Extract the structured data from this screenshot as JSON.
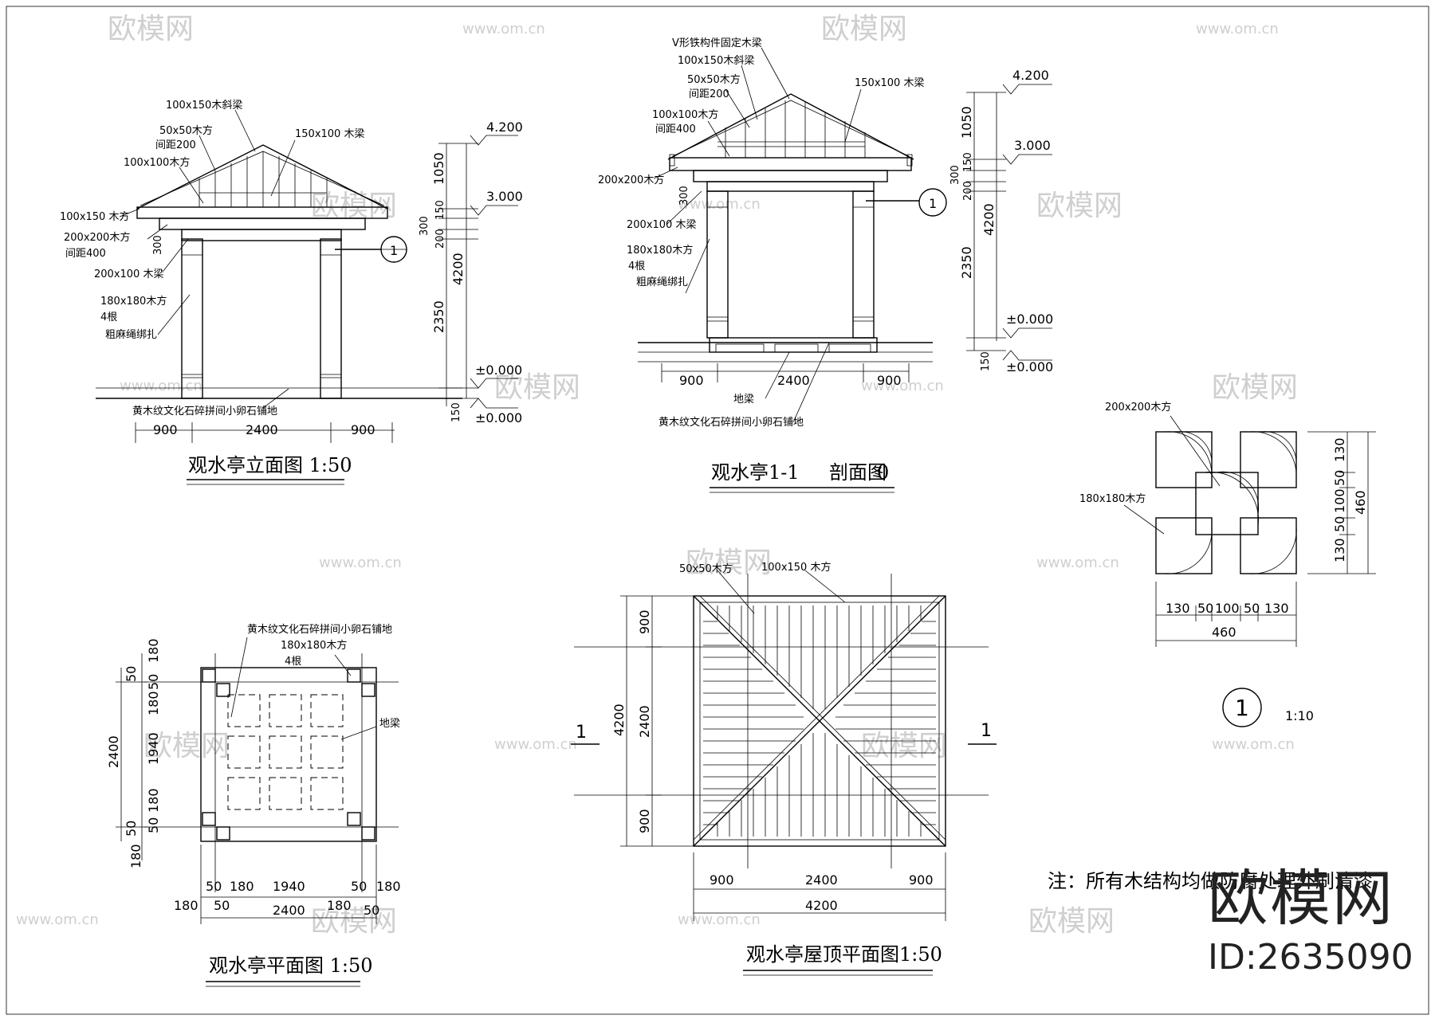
{
  "elevation": {
    "title": "观水亭立面图 1:50",
    "labels": [
      "100x150木斜梁",
      "50x50木方",
      "间距200",
      "150x100 木梁",
      "100x100木方",
      "100x150 木方",
      "200x200木方",
      "间距400",
      "200x100 木梁",
      "180x180木方",
      "4根",
      "粗麻绳绑扎",
      "黄木纹文化石碎拼间小卵石铺地"
    ],
    "dims_h": [
      "900",
      "2400",
      "900"
    ],
    "dims_v": [
      "1050",
      "150",
      "300",
      "200",
      "4200",
      "2350",
      "150",
      "300"
    ],
    "levels": [
      "4.200",
      "3.000",
      "±0.000",
      "±0.000"
    ],
    "section_mark": "1"
  },
  "section": {
    "title_left": "观水亭1-1",
    "title_right": "剖面图",
    "title_scale": "0",
    "labels": [
      "V形铁构件固定木梁",
      "100x150木斜梁",
      "50x50木方",
      "间距200",
      "100x100木方",
      "间距400",
      "150x100 木梁",
      "200x200木方",
      "200x100 木梁",
      "180x180木方",
      "4根",
      "粗麻绳绑扎",
      "地梁",
      "黄木纹文化石碎拼间小卵石铺地"
    ],
    "dims_h": [
      "900",
      "2400",
      "900"
    ],
    "dims_v": [
      "1050",
      "150",
      "300",
      "200",
      "4200",
      "2350",
      "150",
      "300"
    ],
    "levels": [
      "4.200",
      "3.000",
      "±0.000",
      "±0.000"
    ],
    "section_mark": "1"
  },
  "detail": {
    "labels": [
      "200x200木方",
      "180x180木方"
    ],
    "dims_h": [
      "130",
      "50",
      "100",
      "50",
      "130"
    ],
    "total_h": "460",
    "dims_v": [
      "130",
      "50",
      "100",
      "50",
      "130"
    ],
    "total_v": "460",
    "mark": "1",
    "scale": "1:10"
  },
  "plan": {
    "title": "观水亭平面图 1:50",
    "labels": [
      "黄木纹文化石碎拼间小卵石铺地",
      "180x180木方",
      "4根",
      "地梁"
    ],
    "dims_left": [
      "180",
      "50",
      "50",
      "180",
      "1940",
      "180",
      "50",
      "50",
      "180"
    ],
    "dim_left_total": "2400",
    "dims_bottom": [
      "50",
      "180",
      "1940",
      "50",
      "180",
      "180",
      "50",
      "180",
      "50"
    ],
    "dim_bottom_total": "2400"
  },
  "roof": {
    "title": "观水亭屋顶平面图1:50",
    "labels": [
      "50x50木方",
      "100x150 木方"
    ],
    "dims_v": [
      "900",
      "2400",
      "900"
    ],
    "dim_v_total": "4200",
    "dims_h": [
      "900",
      "2400",
      "900"
    ],
    "dim_h_total": "4200",
    "cut_left": "1",
    "cut_right": "1"
  },
  "note": "注：所有木结构均做防腐处理外刷清漆",
  "watermarks": [
    "欧模网",
    "www.om.cn"
  ],
  "brand": {
    "name": "欧模网",
    "id": "ID:2635090"
  }
}
